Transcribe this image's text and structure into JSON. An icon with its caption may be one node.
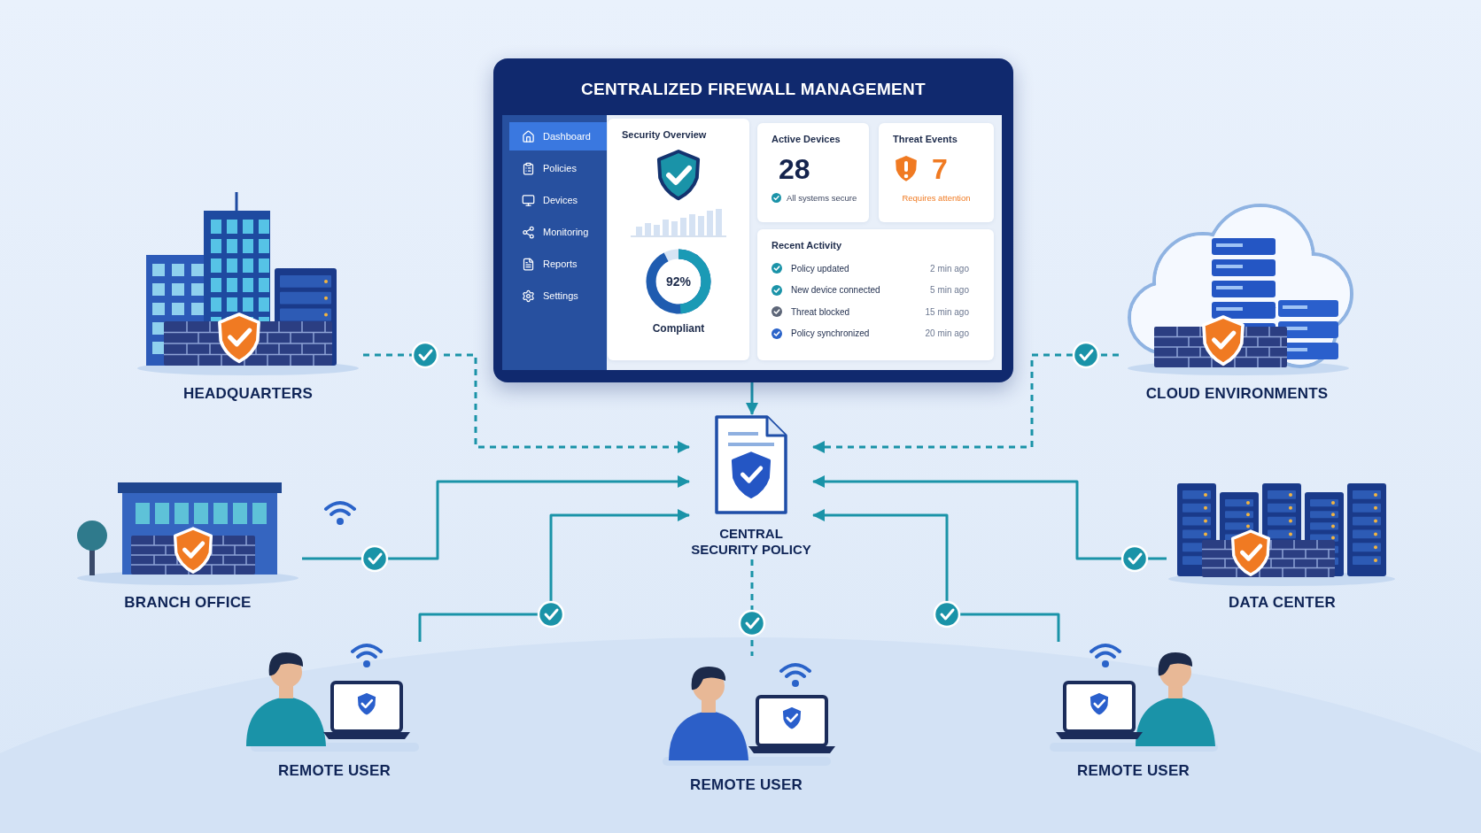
{
  "diagram": {
    "nodes": [
      {
        "text": [
          "CENTRALIZED FIREWALL MANAGEMENT"
        ]
      },
      {
        "text": [
          "Dashboard",
          "Policies",
          "Devices",
          "Monitoring",
          "Reports",
          "Settings"
        ],
        "in": 0
      },
      {
        "text": [
          "Security Overview",
          "92%",
          "Compliant"
        ],
        "in": 0
      },
      {
        "text": [
          "Active Devices",
          "28",
          "All systems secure"
        ],
        "in": 0
      },
      {
        "text": [
          "Threat Events",
          "7",
          "Requires attention"
        ],
        "in": 0
      },
      {
        "text": [
          "Recent Activity",
          "Policy updated",
          "2 min ago",
          "New device connected",
          "5 min ago",
          "Threat blocked",
          "15 min ago",
          "Policy synchronized",
          "20 min ago"
        ],
        "in": 0
      },
      {
        "text": [
          "CENTRAL SECURITY POLICY"
        ]
      },
      {
        "text": [
          "HEADQUARTERS"
        ]
      },
      {
        "text": [
          "CLOUD ENVIRONMENTS"
        ]
      },
      {
        "text": [
          "BRANCH OFFICE"
        ]
      },
      {
        "text": [
          "DATA CENTER"
        ]
      },
      {
        "text": [
          "REMOTE USER"
        ]
      },
      {
        "text": [
          "REMOTE USER"
        ]
      },
      {
        "text": [
          "REMOTE USER"
        ]
      }
    ],
    "edges": [
      {
        "from": 0,
        "to": 6,
        "arrow": "to"
      },
      {
        "from": 7,
        "to": 6,
        "arrow": "to",
        "style": "dashed"
      },
      {
        "from": 8,
        "to": 6,
        "arrow": "to",
        "style": "dashed"
      },
      {
        "from": 9,
        "to": 6,
        "arrow": "to"
      },
      {
        "from": 10,
        "to": 6,
        "arrow": "to"
      },
      {
        "from": 11,
        "to": 6,
        "arrow": "to"
      },
      {
        "from": 6,
        "to": 12,
        "arrow": "none",
        "style": "dashed"
      },
      {
        "from": 13,
        "to": 6,
        "arrow": "to"
      }
    ]
  }
}
